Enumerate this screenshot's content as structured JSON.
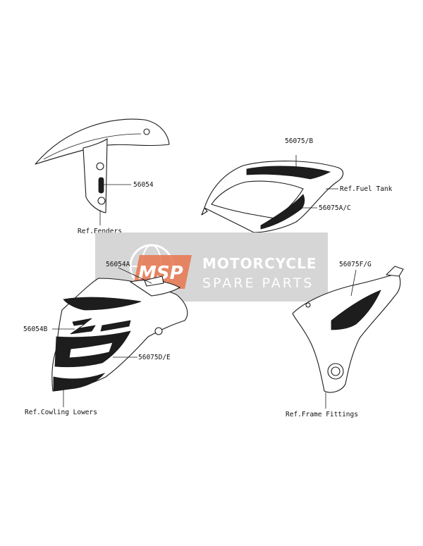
{
  "labels": {
    "fender_decal": "56054",
    "ref_fenders": "Ref.Fenders",
    "tank_upper": "56075/B",
    "ref_fuel_tank": "Ref.Fuel Tank",
    "tank_lower": "56075A/C",
    "cowl_emblem": "56054A",
    "cowl_z": "56054B",
    "cowl_lower": "56075D/E",
    "ref_cowling_lowers": "Ref.Cowling Lowers",
    "frame_decal": "56075F/G",
    "ref_frame_fittings": "Ref.Frame Fittings"
  },
  "watermark": {
    "logo": "MSP",
    "title": "MOTORCYCLE",
    "subtitle": "SPARE PARTS",
    "colors": {
      "panel": "#cfcfcf",
      "logo": "#e8754f"
    }
  }
}
